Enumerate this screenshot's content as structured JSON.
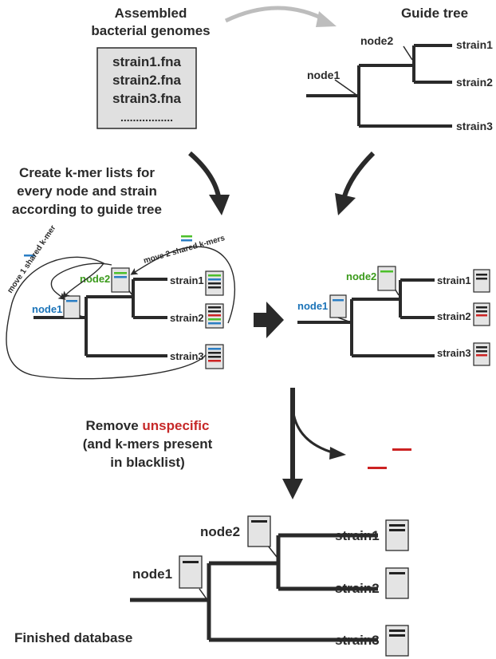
{
  "colors": {
    "tree": "#2a2a2a",
    "doc_fill": "#e4e4e4",
    "doc_stroke": "#2a2a2a",
    "box_fill": "#e0e0e0",
    "node1_label": "#1a73b8",
    "node2_label": "#3a9a1a",
    "kmer_black": "#222222",
    "kmer_blue": "#2a7ec4",
    "kmer_green": "#4cbf2a",
    "kmer_red": "#cc2222",
    "unspecific": "#c62828",
    "gray_arrow": "#bdbdbd"
  },
  "input": {
    "title_line1": "Assembled",
    "title_line2": "bacterial genomes",
    "files": [
      "strain1.fna",
      "strain2.fna",
      "strain3.fna",
      "................."
    ]
  },
  "guide": {
    "title": "Guide tree",
    "node1": "node1",
    "node2": "node2",
    "strain1": "strain1",
    "strain2": "strain2",
    "strain3": "strain3"
  },
  "step_create": {
    "line1": "Create k-mer lists for",
    "line2": "every node and strain",
    "line3": "according to guide tree"
  },
  "move": {
    "one": "move 1 shared k-mer",
    "two": "move 2 shared k-mers"
  },
  "tree_labels": {
    "node1": "node1",
    "node2": "node2",
    "strain1": "strain1",
    "strain2": "strain2",
    "strain3": "strain3"
  },
  "remove": {
    "prefix": "Remove ",
    "highlight": "unspecific",
    "line2": "(and k-mers present",
    "line3": "in blacklist)"
  },
  "finished": {
    "title": "Finished database"
  }
}
